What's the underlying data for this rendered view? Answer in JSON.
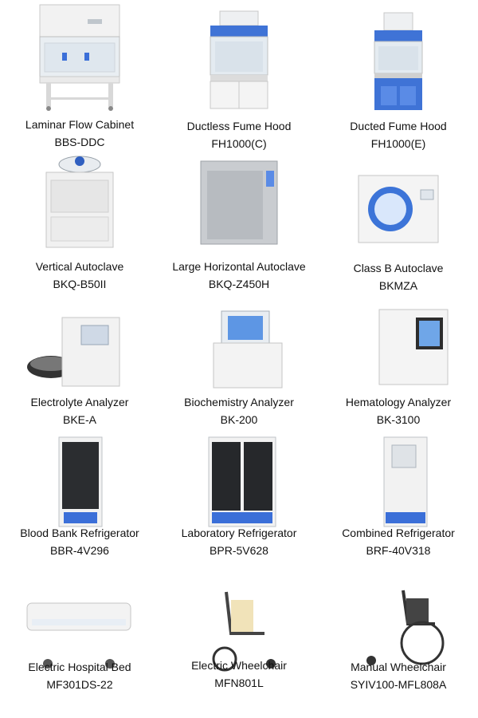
{
  "products": [
    {
      "name": "Laminar Flow Cabinet",
      "model": "BBS-DDC",
      "icon": "laminar-flow-cabinet-icon"
    },
    {
      "name": "Ductless Fume Hood",
      "model": "FH1000(C)",
      "icon": "ductless-fume-hood-icon"
    },
    {
      "name": "Ducted Fume Hood",
      "model": "FH1000(E)",
      "icon": "ducted-fume-hood-icon"
    },
    {
      "name": "Vertical Autoclave",
      "model": "BKQ-B50II",
      "icon": "vertical-autoclave-icon"
    },
    {
      "name": "Large Horizontal Autoclave",
      "model": "BKQ-Z450H",
      "icon": "horizontal-autoclave-icon"
    },
    {
      "name": "Class B Autoclave",
      "model": "BKMZA",
      "icon": "class-b-autoclave-icon"
    },
    {
      "name": "Electrolyte Analyzer",
      "model": "BKE-A",
      "icon": "electrolyte-analyzer-icon"
    },
    {
      "name": "Biochemistry Analyzer",
      "model": "BK-200",
      "icon": "biochemistry-analyzer-icon"
    },
    {
      "name": "Hematology Analyzer",
      "model": "BK-3100",
      "icon": "hematology-analyzer-icon"
    },
    {
      "name": "Blood Bank Refrigerator",
      "model": "BBR-4V296",
      "icon": "blood-bank-refrigerator-icon"
    },
    {
      "name": "Laboratory Refrigerator",
      "model": "BPR-5V628",
      "icon": "laboratory-refrigerator-icon"
    },
    {
      "name": "Combined Refrigerator",
      "model": "BRF-40V318",
      "icon": "combined-refrigerator-icon"
    },
    {
      "name": "Electric Hospital Bed",
      "model": "MF301DS-22",
      "icon": "hospital-bed-icon"
    },
    {
      "name": "Electric Wheelchair",
      "model": "MFN801L",
      "icon": "electric-wheelchair-icon"
    },
    {
      "name": "Manual Wheelchair",
      "model": "SYIV100-MFL808A",
      "icon": "manual-wheelchair-icon"
    }
  ]
}
